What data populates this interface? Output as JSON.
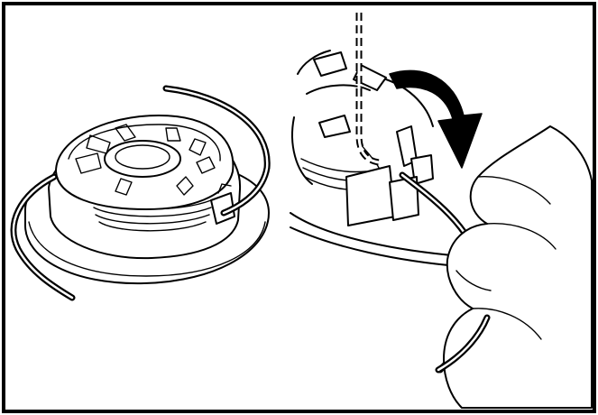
{
  "figure": {
    "panels": [
      {
        "subject": "trimmer-spool-with-line-wound"
      },
      {
        "subject": "hand-inserting-line-into-spool-slot"
      }
    ],
    "arrow": {
      "direction": "clockwise"
    },
    "colors": {
      "line": "#000000",
      "background": "#ffffff"
    }
  }
}
